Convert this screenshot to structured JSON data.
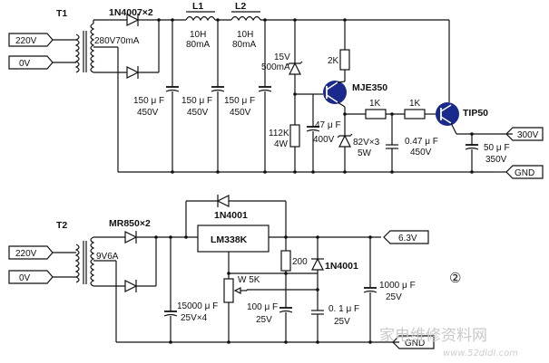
{
  "top_circuit": {
    "transformer": "T1",
    "rectifier": "1N4007×2",
    "winding": "280V70mA",
    "input_high": "220V",
    "input_low": "0V",
    "inductor1_name": "L1",
    "inductor1_value_a": "10H",
    "inductor1_value_b": "80mA",
    "inductor2_name": "L2",
    "inductor2_value_a": "10H",
    "inductor2_value_b": "80mA",
    "cap_value": "150 μ F",
    "cap_voltage": "450V",
    "zener_a": "15V",
    "zener_b": "500mA",
    "res_112k_a": "112K",
    "res_112k_b": "4W",
    "res_2k": "2K",
    "transistor1": "MJE350",
    "cap47_a": "47 μ F",
    "cap47_b": "400V",
    "zener2_a": "82V×3",
    "zener2_b": "5W",
    "res_1k_a": "1K",
    "res_1k_b": "1K",
    "cap047_a": "0.47 μ F",
    "cap047_b": "450V",
    "transistor2": "TIP50",
    "cap50_a": "50 μ F",
    "cap50_b": "350V",
    "out_high": "300V",
    "out_low": "GND"
  },
  "bottom_circuit": {
    "transformer": "T2",
    "rectifier": "MR850×2",
    "winding": "9V6A",
    "input_high": "220V",
    "input_low": "0V",
    "diode_top": "1N4001",
    "regulator": "LM338K",
    "res_200": "200",
    "diode_right": "1N4001",
    "pot": "W 5K",
    "cap15000_a": "15000 μ F",
    "cap15000_b": "25V×4",
    "cap100_a": "100 μ F",
    "cap100_b": "25V",
    "cap01_a": "0. 1 μ F",
    "cap01_b": "25V",
    "cap1000_a": "1000 μ F",
    "cap1000_b": "25V",
    "out_high": "6.3V",
    "out_low": "GND",
    "figure_mark": "②"
  },
  "watermark": {
    "text": "家电维修资料网",
    "url": "www.52dIdI.com"
  }
}
